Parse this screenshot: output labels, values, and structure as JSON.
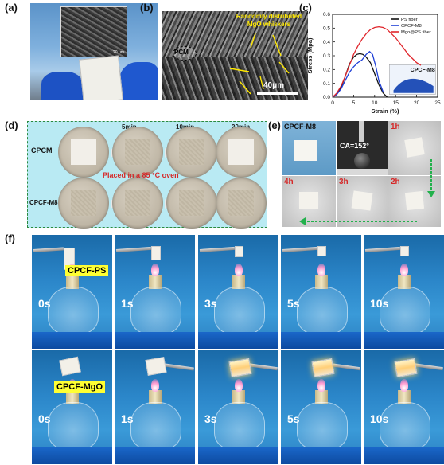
{
  "panel_labels": {
    "a": "(a)",
    "b": "(b)",
    "c": "(c)",
    "d": "(d)",
    "e": "(e)",
    "f": "(f)"
  },
  "panel_a": {
    "scale_bar": "20 μm"
  },
  "panel_b": {
    "pcm_label": "PCM",
    "annotation": "Randomly distributed MgO whiskers",
    "scale_bar": "40μm"
  },
  "panel_d": {
    "times": [
      "5min",
      "10min",
      "20min"
    ],
    "row1": "CPCM",
    "row2": "CPCF-M8",
    "caption": "Placed in a 85 °C oven"
  },
  "panel_e": {
    "sample": "CPCF-M8",
    "contact_angle": "CA=152°",
    "times": [
      "1h",
      "2h",
      "3h",
      "4h"
    ]
  },
  "panel_f": {
    "row1_label": "CPCF-PS",
    "row2_label": "CPCF-MgO",
    "times": [
      "0s",
      "1s",
      "3s",
      "5s",
      "10s"
    ]
  },
  "chart_data": {
    "type": "line",
    "xlabel": "Strain (%)",
    "ylabel": "Stress (Mpa)",
    "xlim": [
      0,
      25
    ],
    "ylim": [
      0,
      0.6
    ],
    "xticks": [
      0,
      5,
      10,
      15,
      20,
      25
    ],
    "yticks": [
      0.0,
      0.1,
      0.2,
      0.3,
      0.4,
      0.5,
      0.6
    ],
    "legend_position": "top-right",
    "inset_label": "CPCF-M8",
    "series": [
      {
        "name": "PS fiber",
        "color": "#111111",
        "x": [
          0,
          1,
          2,
          3,
          4,
          5,
          5.8,
          6.5,
          7.2,
          8,
          9,
          10,
          11,
          12,
          13
        ],
        "y": [
          0,
          0.02,
          0.07,
          0.15,
          0.24,
          0.29,
          0.31,
          0.315,
          0.31,
          0.29,
          0.25,
          0.17,
          0.09,
          0.03,
          0.0
        ]
      },
      {
        "name": "CPCF-M8",
        "color": "#1f3fd6",
        "x": [
          0,
          1,
          2,
          3,
          4,
          5,
          6,
          7,
          8,
          8.8,
          9.5,
          10.3,
          11,
          12
        ],
        "y": [
          0,
          0.02,
          0.06,
          0.12,
          0.18,
          0.22,
          0.25,
          0.27,
          0.31,
          0.33,
          0.31,
          0.22,
          0.12,
          0.04
        ]
      },
      {
        "name": "Mgo@PS fiber",
        "color": "#e0262c",
        "x": [
          0,
          1,
          2,
          3,
          4,
          5,
          6,
          7,
          8,
          9,
          10,
          11,
          12,
          13,
          14,
          15,
          16,
          17,
          18,
          19,
          20,
          21
        ],
        "y": [
          0,
          0.03,
          0.08,
          0.15,
          0.23,
          0.31,
          0.37,
          0.42,
          0.46,
          0.49,
          0.505,
          0.51,
          0.505,
          0.49,
          0.46,
          0.43,
          0.39,
          0.35,
          0.31,
          0.28,
          0.25,
          0.23
        ]
      }
    ]
  }
}
